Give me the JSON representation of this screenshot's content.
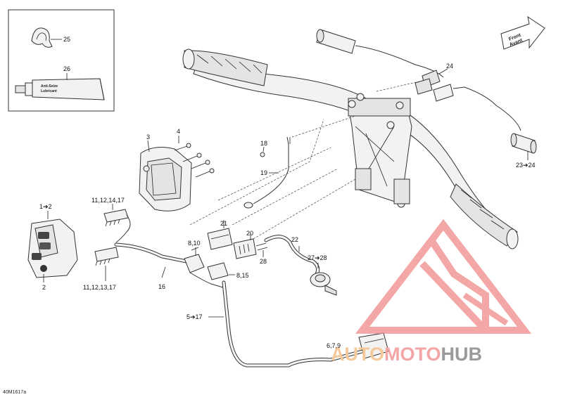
{
  "diagram": {
    "ref_code": "40M1617a",
    "arrow_text": [
      "Front",
      "Avant"
    ],
    "tube_label_lines": [
      "Anti-Seize",
      "Lubricant"
    ],
    "watermark": {
      "parts": [
        "AUTO",
        "MOTO",
        "HUB"
      ],
      "colors": [
        "#f5c99a",
        "#f4a6a6",
        "#9a9a9a"
      ]
    },
    "callouts": [
      {
        "id": "25",
        "text": "25"
      },
      {
        "id": "26",
        "text": "26"
      },
      {
        "id": "24",
        "text": "24"
      },
      {
        "id": "3",
        "text": "3"
      },
      {
        "id": "4",
        "text": "4"
      },
      {
        "id": "18",
        "text": "18"
      },
      {
        "id": "19",
        "text": "19"
      },
      {
        "id": "23-24",
        "text": "23➔24"
      },
      {
        "id": "11-17a",
        "text": "11,12,14,17"
      },
      {
        "id": "1-2",
        "text": "1➔2"
      },
      {
        "id": "21",
        "text": "21"
      },
      {
        "id": "20",
        "text": "20"
      },
      {
        "id": "22",
        "text": "22"
      },
      {
        "id": "8-10",
        "text": "8,10"
      },
      {
        "id": "27-28",
        "text": "27➔28"
      },
      {
        "id": "28",
        "text": "28"
      },
      {
        "id": "8-15",
        "text": "8,15"
      },
      {
        "id": "2",
        "text": "2"
      },
      {
        "id": "11-17b",
        "text": "11,12,13,17"
      },
      {
        "id": "16",
        "text": "16"
      },
      {
        "id": "5-17",
        "text": "5➔17"
      },
      {
        "id": "6-9",
        "text": "6,7,9"
      }
    ]
  }
}
